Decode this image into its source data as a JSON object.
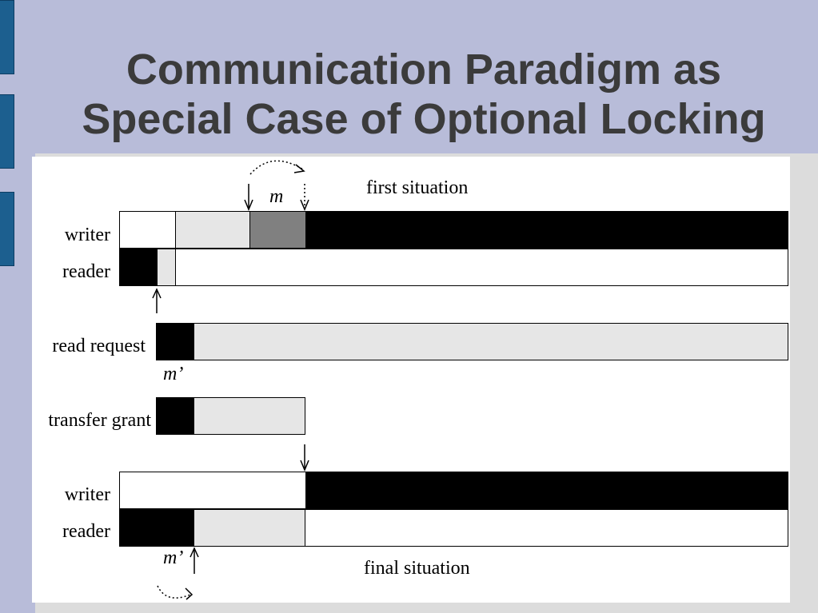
{
  "slide": {
    "title_line1": "Communication Paradigm as",
    "title_line2": "Special Case of Optional Locking"
  },
  "diagram": {
    "first_situation": "first situation",
    "final_situation": "final situation",
    "m_label": "m",
    "m_prime_label": "m’",
    "rows": {
      "writer_top": "writer",
      "reader_top": "reader",
      "read_request": "read request",
      "transfer_grant": "transfer grant",
      "writer_bottom": "writer",
      "reader_bottom": "reader"
    }
  },
  "colors": {
    "background": "#b8bcd9",
    "title": "#3b3b3b",
    "side_tab": "#1c5f8f",
    "black": "#000000",
    "light_gray": "#e6e6e6",
    "dark_gray": "#808080"
  }
}
